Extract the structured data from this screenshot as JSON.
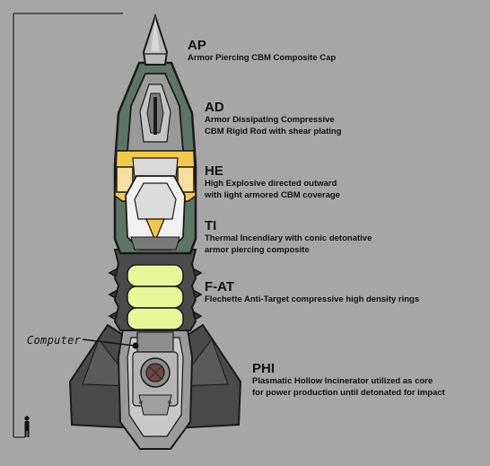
{
  "labels": [
    {
      "code": "AP",
      "lines": [
        "Armor Piercing CBM Composite Cap"
      ]
    },
    {
      "code": "AD",
      "lines": [
        "Armor Dissipating Compressive",
        "CBM Rigid Rod with shear plating"
      ]
    },
    {
      "code": "HE",
      "lines": [
        "High Explosive directed outward",
        "with light armored CBM coverage"
      ]
    },
    {
      "code": "TI",
      "lines": [
        "Thermal Incendiary with conic detonative",
        "armor piercing composite"
      ]
    },
    {
      "code": "F-AT",
      "lines": [
        "Flechette Anti-Target compressive high density rings"
      ]
    },
    {
      "code": "PHI",
      "lines": [
        "Plasmatic Hollow Incinerator utilized as core",
        "for power production until detonated for impact"
      ]
    }
  ],
  "callout": "Computer",
  "colors": {
    "background": "#a6a6a6",
    "hull_green": "#5e7466",
    "armor_gray": "#9a9a9a",
    "he_yellow": "#f2c94c",
    "he_cream": "#f6dfa0",
    "fat_ring": "#e8f79a",
    "wing_dark": "#4a4a4a"
  }
}
